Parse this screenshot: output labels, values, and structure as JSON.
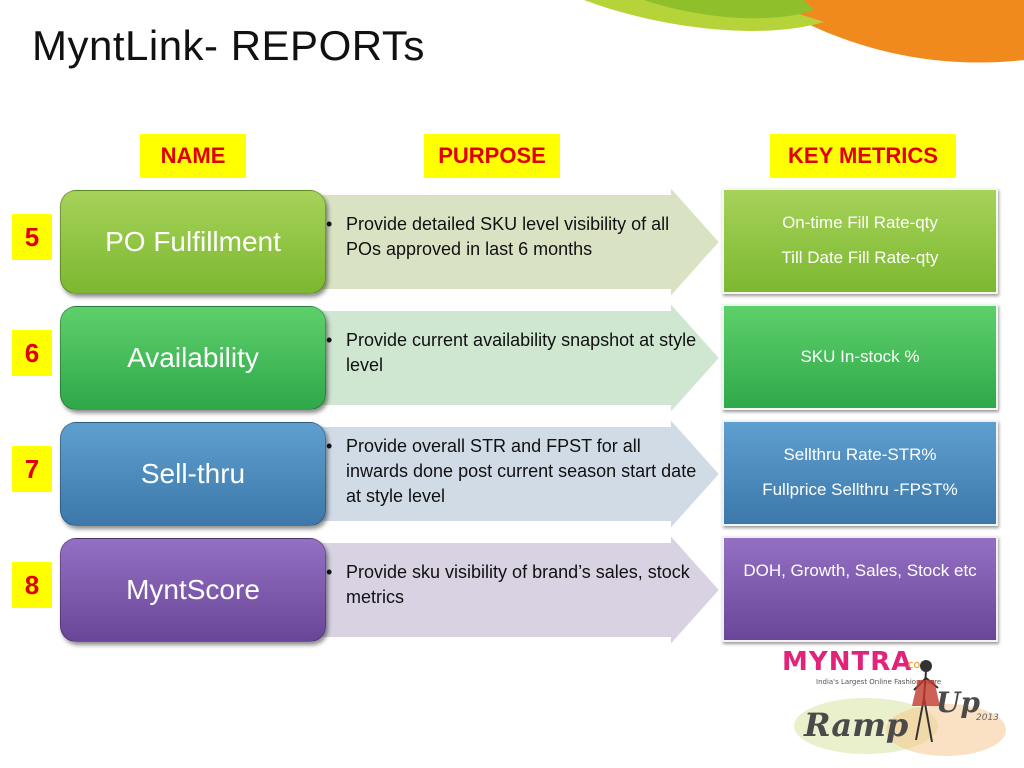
{
  "title": "MyntLink- REPORTs",
  "headers": {
    "name": "NAME",
    "purpose": "PURPOSE",
    "key_metrics": "KEY METRICS"
  },
  "reports": [
    {
      "number": "5",
      "name": "PO Fulfillment",
      "purpose": "Provide detailed SKU level visibility of all POs approved in last 6 months",
      "metrics": [
        "On-time Fill Rate-qty",
        "Till Date Fill Rate-qty"
      ]
    },
    {
      "number": "6",
      "name": "Availability",
      "purpose": "Provide current availability snapshot at style level",
      "metrics": [
        "SKU In-stock %"
      ]
    },
    {
      "number": "7",
      "name": "Sell-thru",
      "purpose": "Provide overall  STR and FPST for all inwards done post current season start date at style level",
      "metrics": [
        "Sellthru Rate-STR%",
        "Fullprice Sellthru -FPST%"
      ]
    },
    {
      "number": "8",
      "name": "MyntScore",
      "purpose": "Provide sku visibility of brand’s sales, stock metrics",
      "metrics": [
        "DOH, Growth, Sales, Stock etc"
      ]
    }
  ],
  "logo": {
    "brand": "MYNTRA",
    "domain": ".com",
    "tagline": "India's Largest Online Fashion Store",
    "event": "Ramp Up",
    "year": "2013"
  },
  "colors": {
    "highlight": "#ffff00",
    "label_red": "#e00000",
    "green1": "#8cc63f",
    "green2": "#3cb44b",
    "blue": "#4a86bb",
    "purple": "#7a55ab"
  }
}
